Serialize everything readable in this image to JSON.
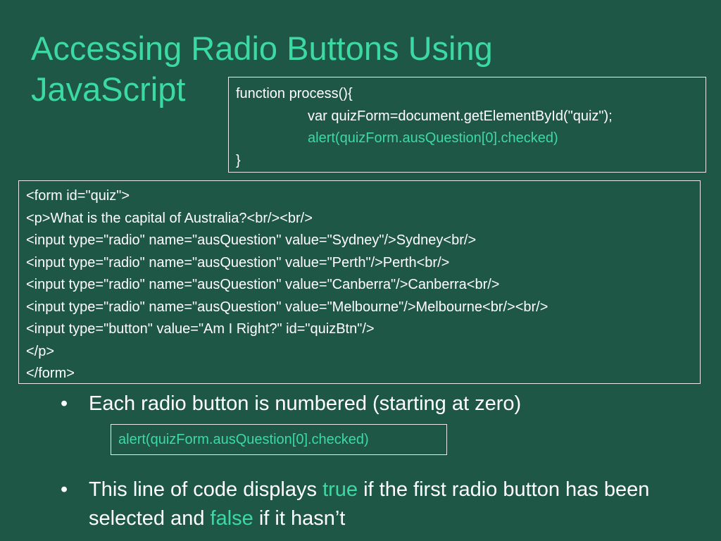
{
  "title": {
    "line1": "Accessing Radio Buttons Using",
    "line2": "JavaScript"
  },
  "function_code": {
    "lines": [
      "function process(){",
      "var quizForm=document.getElementById(\"quiz\");",
      "alert(quizForm.ausQuestion[0].checked)",
      "}"
    ]
  },
  "form_code": {
    "lines": [
      "<form id=\"quiz\">",
      "<p>What is the capital of Australia?<br/><br/>",
      "<input type=\"radio\" name=\"ausQuestion\" value=\"Sydney\"/>Sydney<br/>",
      "<input type=\"radio\" name=\"ausQuestion\" value=\"Perth\"/>Perth<br/>",
      "<input type=\"radio\" name=\"ausQuestion\" value=\"Canberra\"/>Canberra<br/>",
      "<input type=\"radio\" name=\"ausQuestion\" value=\"Melbourne\"/>Melbourne<br/><br/>",
      "<input type=\"button\" value=\"Am I Right?\" id=\"quizBtn\"/>",
      "</p>",
      "</form>"
    ]
  },
  "bullets": {
    "marker": "•",
    "item1": "Each radio button is numbered (starting at zero)",
    "inline_code": "alert(quizForm.ausQuestion[0].checked)",
    "item2": {
      "part1": "This line of code displays ",
      "true_word": "true",
      "part2": " if the first radio button has been selected and ",
      "false_word": "false",
      "part3": " if it hasn’t"
    }
  },
  "colors": {
    "background": "#1f5746",
    "accent": "#3dd9a3",
    "text": "#ffffff"
  }
}
